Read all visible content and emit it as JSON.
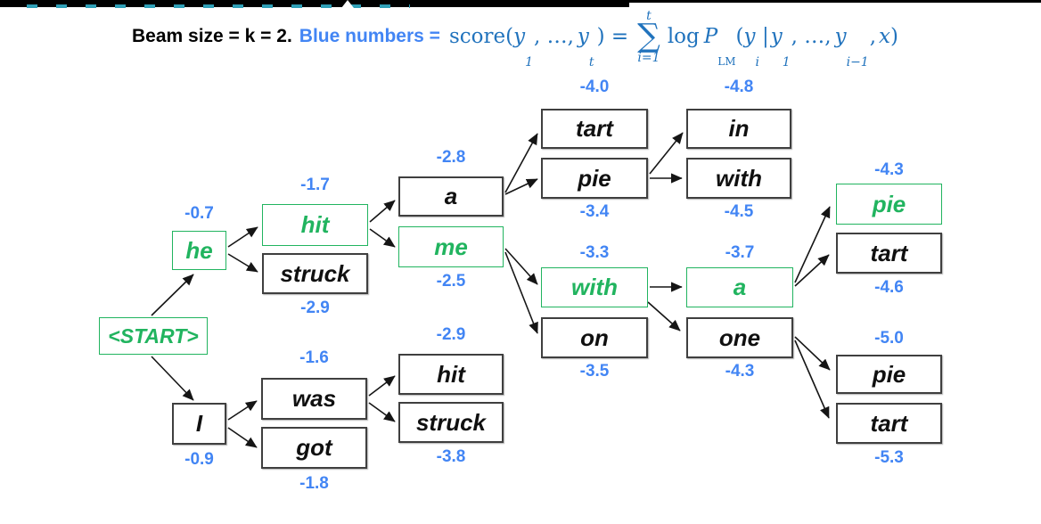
{
  "colors": {
    "green": "#21b45f",
    "blue": "#4285f4",
    "formula": "#2173bd",
    "teal": "#2f9fb6",
    "border": "#3f3f3f"
  },
  "header": {
    "title_black": "Beam size = k = 2.",
    "title_blue": "Blue numbers =",
    "formula": {
      "score": "score(",
      "y1": "y",
      "sub1": "1",
      "dots1": ", …,",
      "y2": "y",
      "subt": "t",
      "eq": ") =",
      "sum_upper": "t",
      "sum_symbol": "∑",
      "sum_lower": "i=1",
      "log": "log",
      "P": "P",
      "Psub": "LM",
      "open": "(",
      "y3": "y",
      "subi": "i",
      "bar": "|",
      "y4": "y",
      "sub1b": "1",
      "dots2": ", …,",
      "y5": "y",
      "subim1": "i−1",
      "comma": ",",
      "x": "x",
      "close": ")"
    }
  },
  "tree": {
    "nodes": [
      {
        "label": "<START>",
        "highlight": true
      },
      {
        "label": "he",
        "score": "-0.7",
        "highlight": true
      },
      {
        "label": "I",
        "score": "-0.9",
        "highlight": false
      },
      {
        "label": "hit",
        "score": "-1.7",
        "highlight": true
      },
      {
        "label": "struck",
        "score": "-2.9",
        "highlight": false
      },
      {
        "label": "was",
        "score": "-1.6",
        "highlight": false
      },
      {
        "label": "got",
        "score": "-1.8",
        "highlight": false
      },
      {
        "label": "a",
        "score": "-2.8",
        "highlight": false
      },
      {
        "label": "me",
        "score": "-2.5",
        "highlight": true
      },
      {
        "label": "hit",
        "score": "-2.9",
        "highlight": false
      },
      {
        "label": "struck",
        "score": "-3.8",
        "highlight": false
      },
      {
        "label": "tart",
        "score": "-4.0",
        "highlight": false
      },
      {
        "label": "pie",
        "score": "-3.4",
        "highlight": false
      },
      {
        "label": "with",
        "score": "-3.3",
        "highlight": true
      },
      {
        "label": "on",
        "score": "-3.5",
        "highlight": false
      },
      {
        "label": "in",
        "score": "-4.8",
        "highlight": false
      },
      {
        "label": "with",
        "score": "-4.5",
        "highlight": false
      },
      {
        "label": "a",
        "score": "-3.7",
        "highlight": true
      },
      {
        "label": "one",
        "score": "-4.3",
        "highlight": false
      },
      {
        "label": "pie",
        "score": "-4.3",
        "highlight": true
      },
      {
        "label": "tart",
        "score": "-4.6",
        "highlight": false
      },
      {
        "label": "pie",
        "score": "-5.0",
        "highlight": false
      },
      {
        "label": "tart",
        "score": "-5.3",
        "highlight": false
      }
    ],
    "edges": [
      [
        0,
        1
      ],
      [
        0,
        2
      ],
      [
        1,
        3
      ],
      [
        1,
        4
      ],
      [
        2,
        5
      ],
      [
        2,
        6
      ],
      [
        3,
        7
      ],
      [
        3,
        8
      ],
      [
        5,
        9
      ],
      [
        5,
        10
      ],
      [
        7,
        11
      ],
      [
        7,
        12
      ],
      [
        8,
        13
      ],
      [
        8,
        14
      ],
      [
        12,
        15
      ],
      [
        12,
        16
      ],
      [
        13,
        17
      ],
      [
        13,
        18
      ],
      [
        17,
        19
      ],
      [
        17,
        20
      ],
      [
        18,
        21
      ],
      [
        18,
        22
      ]
    ]
  }
}
